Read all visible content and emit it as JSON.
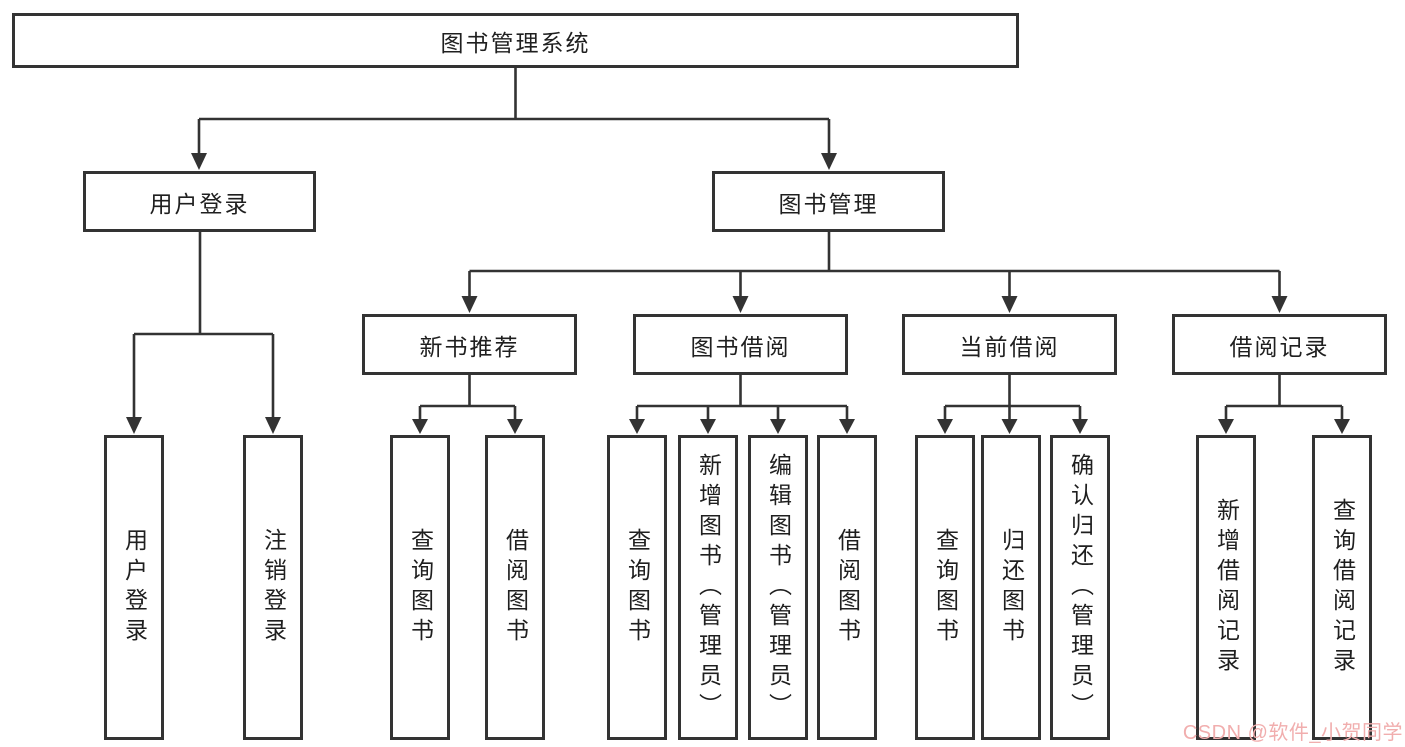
{
  "diagram_title": "图书管理系统",
  "colors": {
    "line": "#333333",
    "border": "#333333",
    "text": "#1f1f1f",
    "background": "#ffffff",
    "watermark": "#f1aeae"
  },
  "watermark": {
    "text": "CSDN @软件_小贺同学"
  },
  "tree": {
    "label": "图书管理系统",
    "children": [
      {
        "label": "用户登录",
        "children": [
          {
            "label": "用户登录"
          },
          {
            "label": "注销登录"
          }
        ]
      },
      {
        "label": "图书管理",
        "children": [
          {
            "label": "新书推荐",
            "children": [
              {
                "label": "查询图书"
              },
              {
                "label": "借阅图书"
              }
            ]
          },
          {
            "label": "图书借阅",
            "children": [
              {
                "label": "查询图书"
              },
              {
                "label": "新增图书（管理员）"
              },
              {
                "label": "编辑图书（管理员）"
              },
              {
                "label": "借阅图书"
              }
            ]
          },
          {
            "label": "当前借阅",
            "children": [
              {
                "label": "查询图书"
              },
              {
                "label": "归还图书"
              },
              {
                "label": "确认归还（管理员）"
              }
            ]
          },
          {
            "label": "借阅记录",
            "children": [
              {
                "label": "新增借阅记录"
              },
              {
                "label": "查询借阅记录"
              }
            ]
          }
        ]
      }
    ]
  }
}
